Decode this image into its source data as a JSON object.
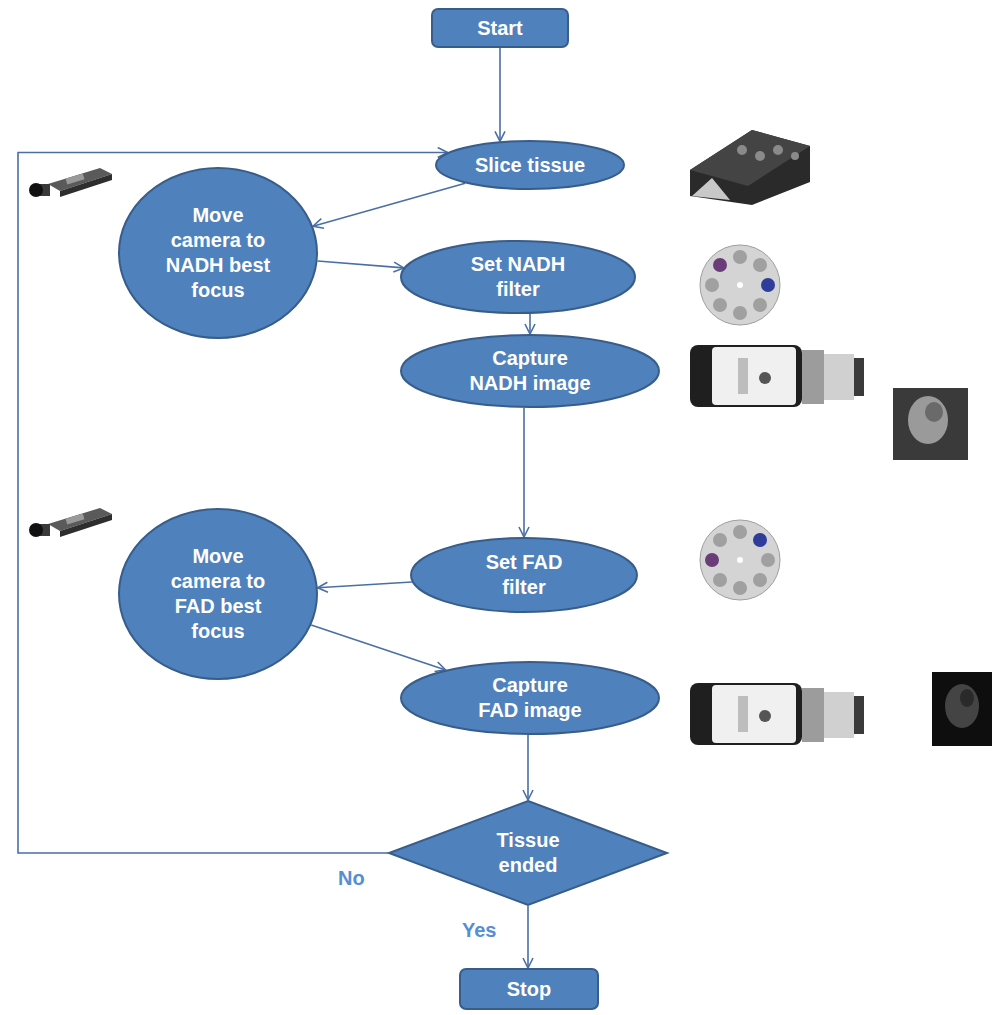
{
  "diagram": {
    "nodes": [
      {
        "text": [
          "Start"
        ]
      },
      {
        "text": [
          "Slice tissue"
        ]
      },
      {
        "text": [
          "Move camera to NADH best focus"
        ]
      },
      {
        "text": [
          "Set NADH filter"
        ]
      },
      {
        "text": [
          "Capture NADH image"
        ]
      },
      {
        "text": [
          "Set FAD filter"
        ]
      },
      {
        "text": [
          "Move camera to FAD best focus"
        ]
      },
      {
        "text": [
          "Capture FAD image"
        ]
      },
      {
        "text": [
          "Tissue ended"
        ]
      },
      {
        "text": [
          "Stop"
        ]
      }
    ],
    "edges": [
      {
        "from": 0,
        "to": 1,
        "arrow": "to"
      },
      {
        "from": 1,
        "to": 2,
        "arrow": "to"
      },
      {
        "from": 2,
        "to": 3,
        "arrow": "to"
      },
      {
        "from": 3,
        "to": 4,
        "arrow": "to"
      },
      {
        "from": 4,
        "to": 5,
        "arrow": "to"
      },
      {
        "from": 5,
        "to": 6,
        "arrow": "to"
      },
      {
        "from": 6,
        "to": 7,
        "arrow": "to"
      },
      {
        "from": 7,
        "to": 8,
        "arrow": "to"
      },
      {
        "from": 8,
        "to": 1,
        "label": "No",
        "arrow": "to"
      },
      {
        "from": 8,
        "to": 9,
        "label": "Yes",
        "arrow": "to"
      }
    ]
  }
}
